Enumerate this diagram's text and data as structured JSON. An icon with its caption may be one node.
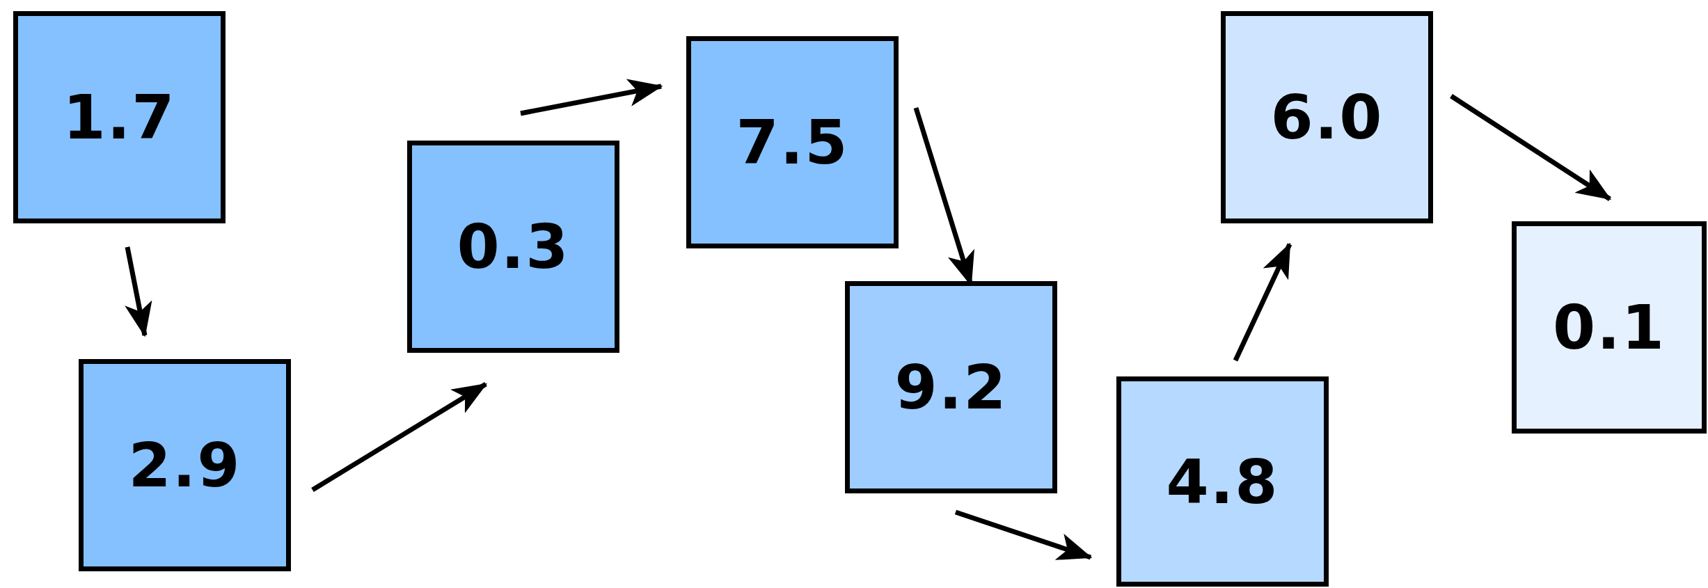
{
  "diagram": {
    "nodes": [
      {
        "text": [
          "1.7"
        ]
      },
      {
        "text": [
          "2.9"
        ]
      },
      {
        "text": [
          "0.3"
        ]
      },
      {
        "text": [
          "7.5"
        ]
      },
      {
        "text": [
          "9.2"
        ]
      },
      {
        "text": [
          "4.8"
        ]
      },
      {
        "text": [
          "6.0"
        ]
      },
      {
        "text": [
          "0.1"
        ]
      }
    ],
    "edges": [
      {
        "from": 0,
        "to": 1,
        "arrow": "to"
      },
      {
        "from": 1,
        "to": 2,
        "arrow": "to"
      },
      {
        "from": 2,
        "to": 3,
        "arrow": "to"
      },
      {
        "from": 3,
        "to": 4,
        "arrow": "to"
      },
      {
        "from": 4,
        "to": 5,
        "arrow": "to"
      },
      {
        "from": 5,
        "to": 6,
        "arrow": "to"
      },
      {
        "from": 6,
        "to": 7,
        "arrow": "to"
      }
    ]
  }
}
